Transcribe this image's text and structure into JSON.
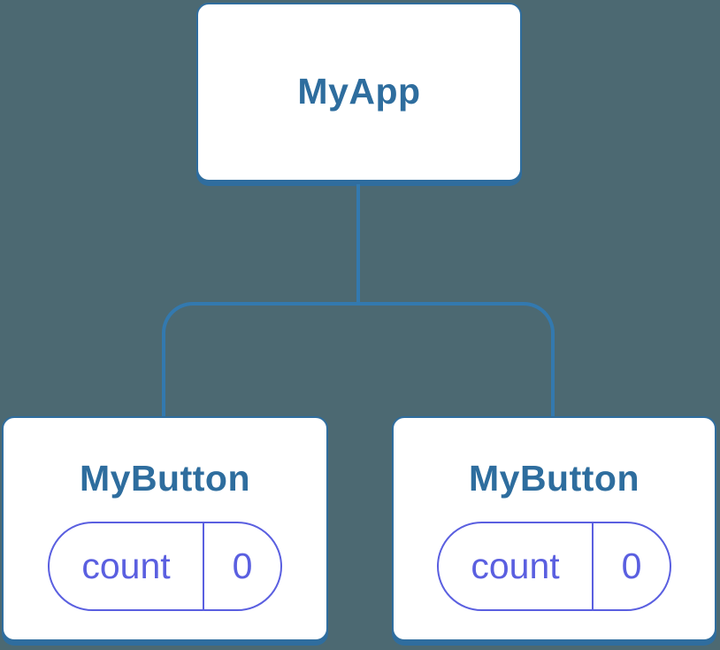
{
  "diagram": {
    "description": "Component tree diagram: root app component with two child button components, each holding its own state",
    "root": {
      "label": "MyApp"
    },
    "children": [
      {
        "label": "MyButton",
        "state": {
          "key": "count",
          "value": "0"
        }
      },
      {
        "label": "MyButton",
        "state": {
          "key": "count",
          "value": "0"
        }
      }
    ]
  },
  "colors": {
    "background": "#4C6972",
    "node_fill": "#FFFFFF",
    "node_border": "#2F6D9E",
    "node_title": "#2E6D9E",
    "connector": "#3379AF",
    "state_accent": "#5A5FE0"
  }
}
